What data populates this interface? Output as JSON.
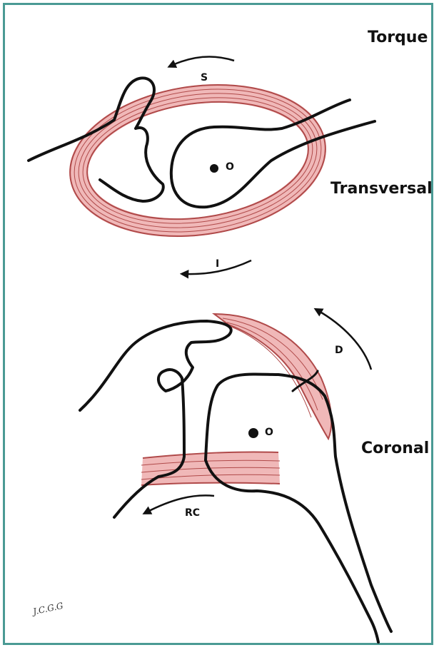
{
  "labels": {
    "torque": "Torque",
    "transversal": "Transversal",
    "coronal": "Coronal"
  },
  "arrows": {
    "superior": "S",
    "inferior": "I",
    "deltoid": "D",
    "rotator_cuff": "RC"
  },
  "centers": {
    "top": "O",
    "bottom": "O"
  },
  "signature": "J.C.G.G",
  "colors": {
    "border": "#4a9a94",
    "muscle_fill": "#f0b8b8",
    "muscle_line": "#b04a4a",
    "ink": "#111111"
  }
}
